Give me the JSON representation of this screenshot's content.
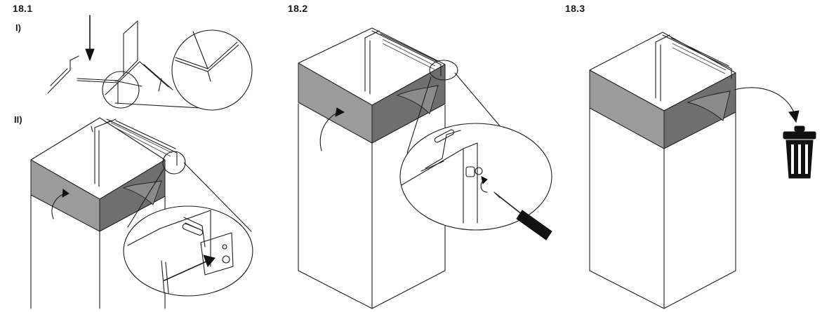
{
  "steps": [
    {
      "number": "18.1",
      "sub_steps": [
        "I)",
        "II)"
      ]
    },
    {
      "number": "18.2"
    },
    {
      "number": "18.3"
    }
  ],
  "icons": [
    "arrow-down-icon",
    "rotate-arrow-icon",
    "screwdriver-icon",
    "trash-bin-icon",
    "curved-arrow-icon"
  ],
  "colors": {
    "line": "#1c1c1c",
    "protective_film": "#9b9b9b",
    "background": "#ffffff"
  }
}
